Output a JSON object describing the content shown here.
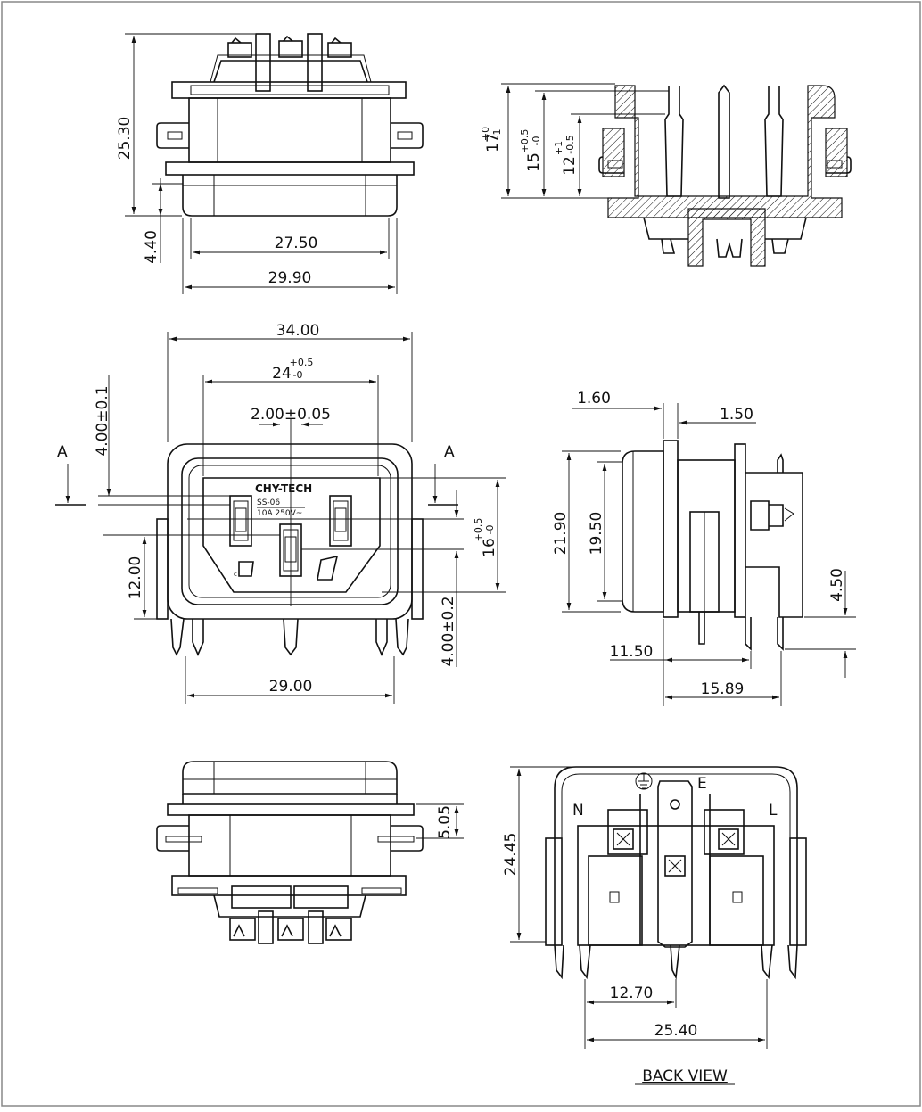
{
  "diagram": {
    "dimensions": {
      "top_height": "25.30",
      "top_flange": "4.40",
      "top_inner_w": "27.50",
      "top_outer_w": "29.90",
      "sec_17": "17",
      "sec_17_tol_up": "+0",
      "sec_17_tol_dn": "-1",
      "sec_15": "15",
      "sec_15_tol_up": "+0.5",
      "sec_15_tol_dn": "-0",
      "sec_12": "12",
      "sec_12_tol_up": "+1",
      "sec_12_tol_dn": "-0.5",
      "front_w": "34.00",
      "front_opening": "24",
      "front_opening_up": "+0.5",
      "front_opening_dn": "-0",
      "pin_w": "2.00±0.05",
      "pin_offset_top": "4.00±0.1",
      "opening_h": "16",
      "opening_h_up": "+0.5",
      "opening_h_dn": "-0",
      "pin_h": "12.00",
      "pin_offset_bot": "4.00±0.2",
      "front_base_w": "29.00",
      "side_t1": "1.60",
      "side_t2": "1.50",
      "side_h_outer": "21.90",
      "side_h_inner": "19.50",
      "side_tail": "4.50",
      "side_depth1": "11.50",
      "side_depth2": "15.89",
      "bottom_lug": "5.05",
      "back_h": "24.45",
      "back_pitch1": "12.70",
      "back_pitch2": "25.40"
    },
    "labels": {
      "section_a_left": "A",
      "section_a_right": "A",
      "brand": "CHY-TECH",
      "model": "SS-06",
      "rating": "10A 250V~",
      "neutral": "N",
      "earth": "E",
      "line": "L",
      "back_view": "BACK VIEW"
    }
  }
}
